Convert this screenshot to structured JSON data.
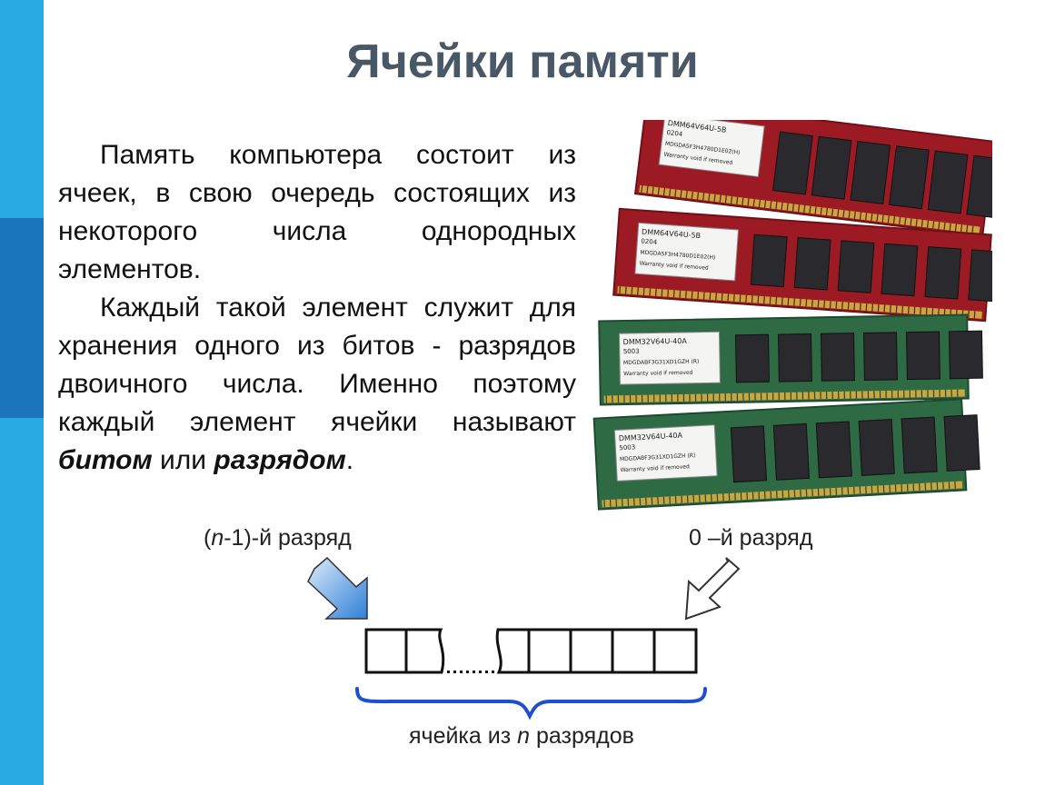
{
  "colors": {
    "sidebar_light": "#29abe2",
    "sidebar_dark": "#1b75bc",
    "title": "#485866",
    "brace": "#1f4fd1"
  },
  "title": "Ячейки памяти",
  "paragraph1": "Память компьютера состоит из ячеек, в свою очередь состоящих из некоторого числа однородных элементов.",
  "paragraph2": {
    "text_before": "Каждый такой элемент служит для хранения одного из битов - разрядов двоичного числа. Именно поэтому каждый элемент ячейки называют ",
    "bold1": "битом",
    "mid": " или ",
    "bold2": "разрядом",
    "end": "."
  },
  "ram_modules": [
    {
      "label1": "DMM64V64U-5B",
      "label2": "0204",
      "label3": "MDGDA5F3H4780D1E02(H)",
      "label4": "Warranty void if removed",
      "pcb": "red"
    },
    {
      "label1": "DMM64V64U-5B",
      "label2": "0204",
      "label3": "MDGDA5F3H4780D1E02(H)",
      "label4": "Warranty void if removed",
      "pcb": "red"
    },
    {
      "label1": "DMM32V64U-40A",
      "label2": "5003",
      "label3": "MDGDABF3G31XD1GZH (R)",
      "label4": "Warranty void if removed",
      "pcb": "green"
    },
    {
      "label1": "DMM32V64U-40A",
      "label2": "5003",
      "label3": "MDGDABF3G31XD1GZH (R)",
      "label4": "Warranty void if removed",
      "pcb": "green"
    }
  ],
  "diagram": {
    "left_label_n": "n",
    "left_label_rest": "-1)-й разряд",
    "left_label_open": "(",
    "right_label": "0 –й разряд",
    "bottom_label_pre": "ячейка из ",
    "bottom_label_n": "n",
    "bottom_label_post": " разрядов"
  }
}
